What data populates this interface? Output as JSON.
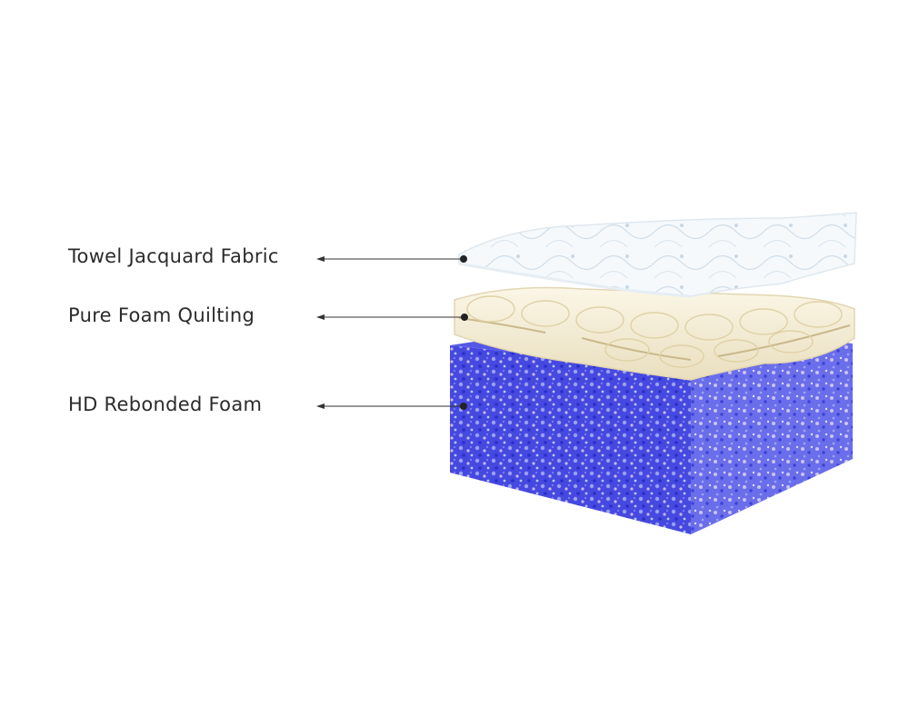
{
  "layers": [
    {
      "label": "Towel Jacquard Fabric"
    },
    {
      "label": "Pure Foam Quilting"
    },
    {
      "label": "HD Rebonded Foam"
    }
  ],
  "colors": {
    "fabric": "#eef4f8",
    "quilting": "#f6efd8",
    "foam_front": "#3c3fd8",
    "foam_side": "#6a6ce8",
    "foam_speckle": "#9aa0ee",
    "pointer": "#333333"
  }
}
